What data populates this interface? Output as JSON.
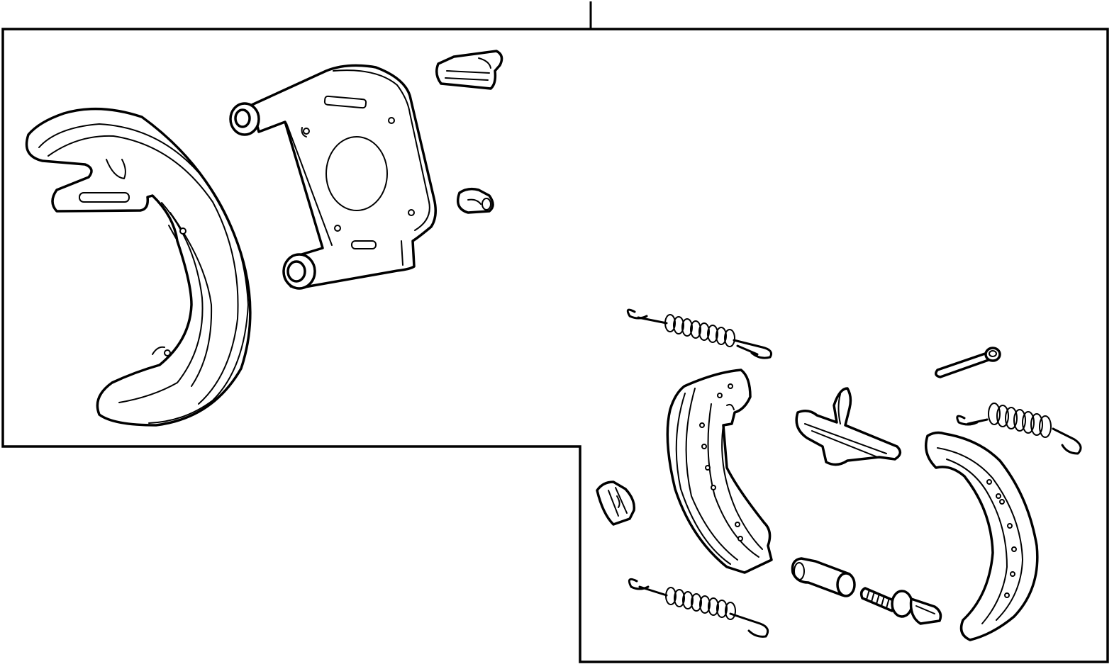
{
  "diagram": {
    "kind": "exploded-parts-view",
    "background_color": "#ffffff",
    "line_color": "#000000",
    "frame_fill": "#ffffff",
    "parts": [
      "dust-shield",
      "backing-plate",
      "adjuster-clip",
      "plug",
      "upper-return-spring-left",
      "brake-shoe-front",
      "actuator-lever",
      "hold-down-pin",
      "upper-return-spring-right",
      "brake-shoe-rear",
      "spring-clip",
      "adjuster-sleeve",
      "adjuster-screw",
      "lower-return-spring"
    ]
  }
}
